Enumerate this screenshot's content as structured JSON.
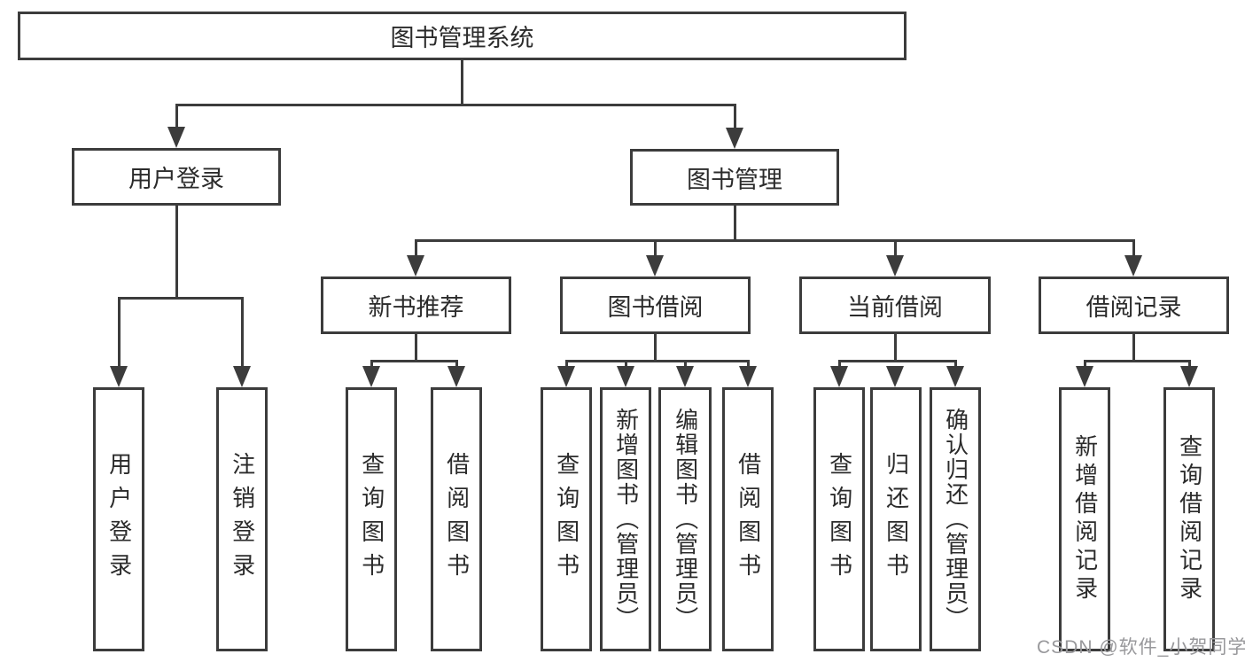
{
  "tree": {
    "root": "图书管理系统",
    "left": {
      "label": "用户登录",
      "leaves": [
        "用户登录",
        "注销登录"
      ]
    },
    "right": {
      "label": "图书管理",
      "groups": [
        {
          "label": "新书推荐",
          "leaves": [
            "查询图书",
            "借阅图书"
          ]
        },
        {
          "label": "图书借阅",
          "leaves": [
            "查询图书",
            "新增图书（管理员）",
            "编辑图书（管理员）",
            "借阅图书"
          ]
        },
        {
          "label": "当前借阅",
          "leaves": [
            "查询图书",
            "归还图书",
            "确认归还（管理员）"
          ]
        },
        {
          "label": "借阅记录",
          "leaves": [
            "新增借阅记录",
            "查询借阅记录"
          ]
        }
      ]
    }
  },
  "watermark": "CSDN @软件_小贺同学",
  "colors": {
    "line": "#3c3c3c",
    "text": "#2b2b2b",
    "wm": "#98989b",
    "bg": "#ffffff"
  }
}
